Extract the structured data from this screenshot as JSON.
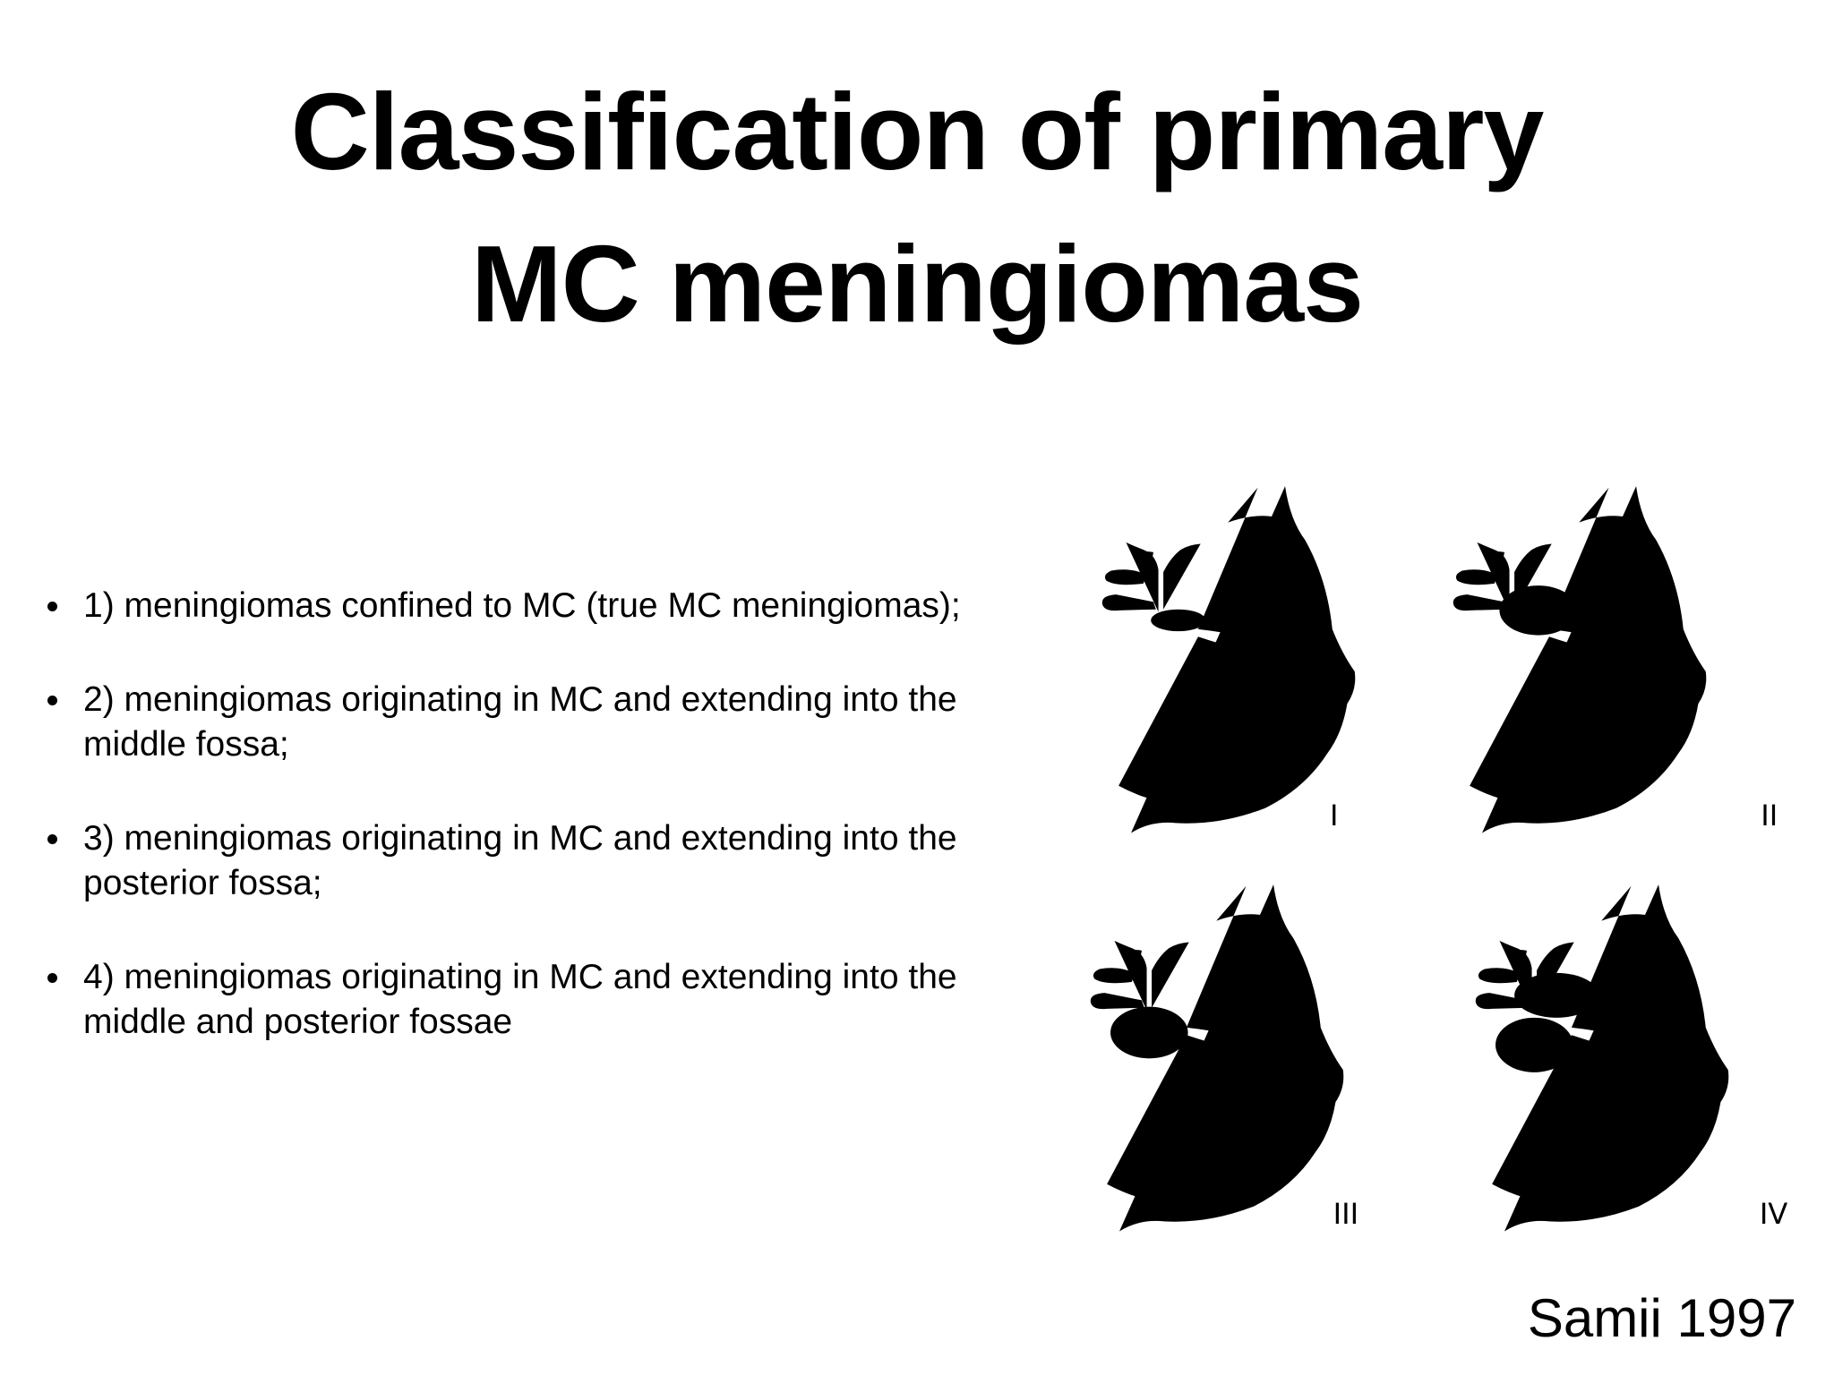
{
  "title": {
    "line1": "Classification of primary",
    "line2": "MC meningiomas"
  },
  "bullets": [
    "1) meningiomas confined to MC (true MC meningiomas);",
    "2) meningiomas originating in MC and extending into the middle fossa;",
    "3) meningiomas originating in MC and extending into the posterior fossa;",
    "4) meningiomas originating in MC and extending into the middle and posterior fossae"
  ],
  "figure": {
    "labels": [
      "I",
      "II",
      "III",
      "IV"
    ]
  },
  "citation": "Samii 1997"
}
